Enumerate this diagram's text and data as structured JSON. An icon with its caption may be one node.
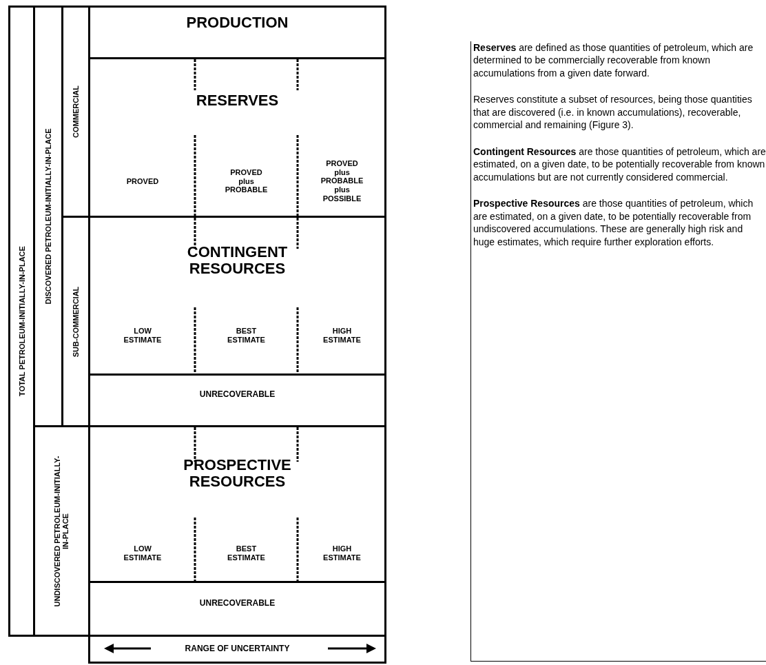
{
  "diagram": {
    "nodes": [
      {
        "text": [
          "TOTAL PETROLEUM-INITIALLY-IN-PLACE"
        ]
      },
      {
        "text": [
          "DISCOVERED PETROLEUM-INITIALLY-IN-PLACE"
        ]
      },
      {
        "text": [
          "COMMERCIAL"
        ]
      },
      {
        "text": [
          "SUB-COMMERCIAL"
        ]
      },
      {
        "text": [
          "UNDISCOVERED PETROLEUM-INITIALLY-IN-PLACE"
        ]
      },
      {
        "text": [
          "PRODUCTION"
        ]
      },
      {
        "text": [
          "RESERVES"
        ]
      },
      {
        "text": [
          "PROVED"
        ],
        "in": 6
      },
      {
        "text": [
          "PROVED plus PROBABLE"
        ],
        "in": 6
      },
      {
        "text": [
          "PROVED plus PROBABLE plus POSSIBLE"
        ],
        "in": 6
      },
      {
        "text": [
          "CONTINGENT RESOURCES"
        ]
      },
      {
        "text": [
          "LOW ESTIMATE"
        ],
        "in": 10
      },
      {
        "text": [
          "BEST ESTIMATE"
        ],
        "in": 10
      },
      {
        "text": [
          "HIGH ESTIMATE"
        ],
        "in": 10
      },
      {
        "text": [
          "UNRECOVERABLE"
        ]
      },
      {
        "text": [
          "PROSPECTIVE RESOURCES"
        ]
      },
      {
        "text": [
          "LOW ESTIMATE"
        ],
        "in": 15
      },
      {
        "text": [
          "BEST ESTIMATE"
        ],
        "in": 15
      },
      {
        "text": [
          "HIGH ESTIMATE"
        ],
        "in": 15
      },
      {
        "text": [
          "UNRECOVERABLE"
        ]
      },
      {
        "text": [
          "RANGE OF UNCERTAINTY"
        ]
      },
      {
        "text": [
          "**Reserves** are defined as those quantities of petroleum, which are determined to be commercially recoverable from known accumulations from a given date forward.",
          "Reserves constitute a subset of resources, being those quantities that are discovered (i.e. in known accumulations), recoverable, commercial and remaining (Figure 3).",
          "**Contingent Resources** are those quantities of petroleum, which are estimated, on a given date, to be potentially recoverable from known accumulations but are not currently considered commercial.",
          "**Prospective Resources** are those quantities of petroleum, which are estimated, on a given date, to be potentially recoverable from undiscovered accumulations. These are generally high risk and huge estimates, which require further exploration efforts."
        ]
      }
    ]
  }
}
